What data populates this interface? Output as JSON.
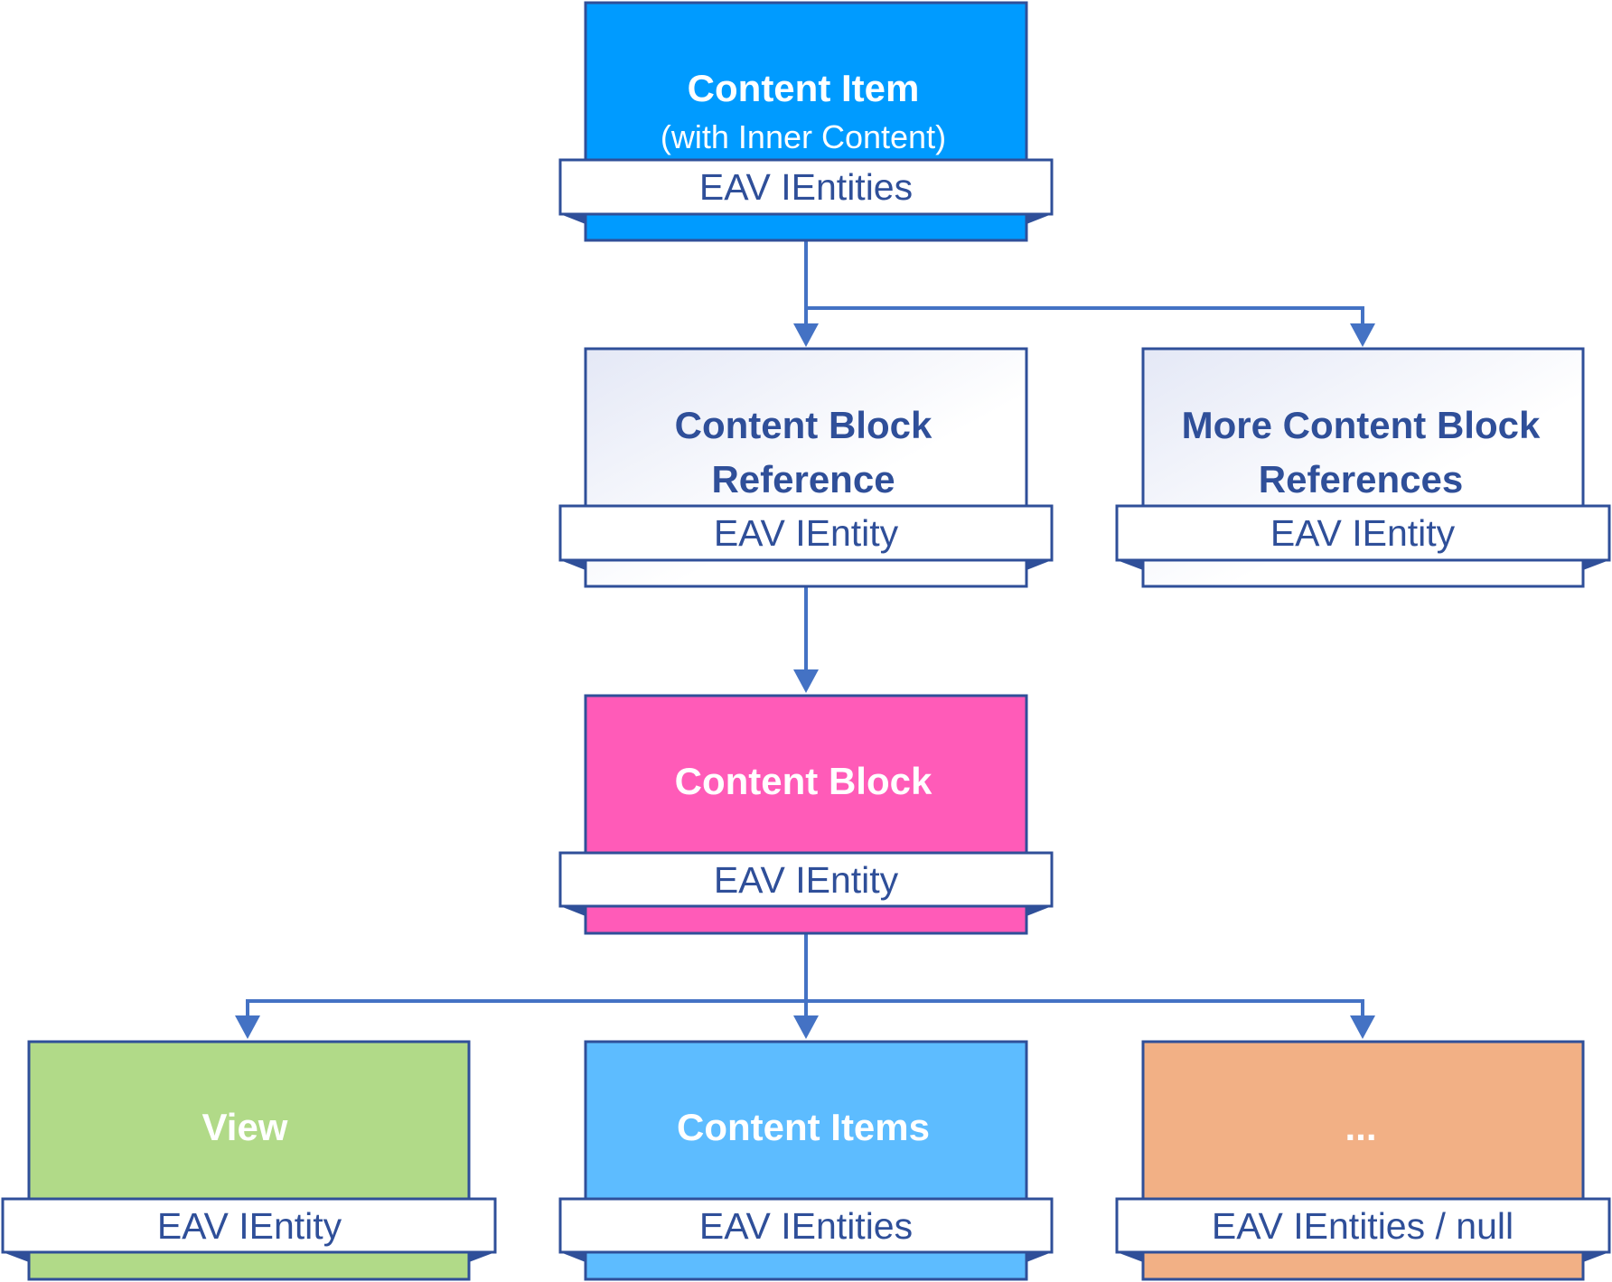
{
  "colors": {
    "stroke": "#2f4f99",
    "connector": "#4472c4",
    "text_dark": "#2f4f99",
    "text_light": "#ffffff",
    "content_item": "#009bff",
    "reference_gradient_start": "#e4e8f6",
    "reference_gradient_end": "#ffffff",
    "content_block": "#ff5bb8",
    "view": "#b1da88",
    "content_items": "#5dbcff",
    "other": "#f2b085",
    "ribbon": "#ffffff"
  },
  "nodes": {
    "content_item": {
      "title": "Content Item",
      "subtitle": "(with Inner Content)",
      "ribbon": "EAV IEntities"
    },
    "content_block_reference": {
      "title_line1": "Content Block",
      "title_line2": "Reference",
      "ribbon": "EAV IEntity"
    },
    "more_references": {
      "title_line1": "More Content Block",
      "title_line2": "References",
      "ribbon": "EAV IEntity"
    },
    "content_block": {
      "title": "Content Block",
      "ribbon": "EAV IEntity"
    },
    "view": {
      "title": "View",
      "ribbon": "EAV IEntity"
    },
    "content_items": {
      "title": "Content Items",
      "ribbon": "EAV IEntities"
    },
    "other": {
      "title": "...",
      "ribbon": "EAV IEntities / null"
    }
  }
}
